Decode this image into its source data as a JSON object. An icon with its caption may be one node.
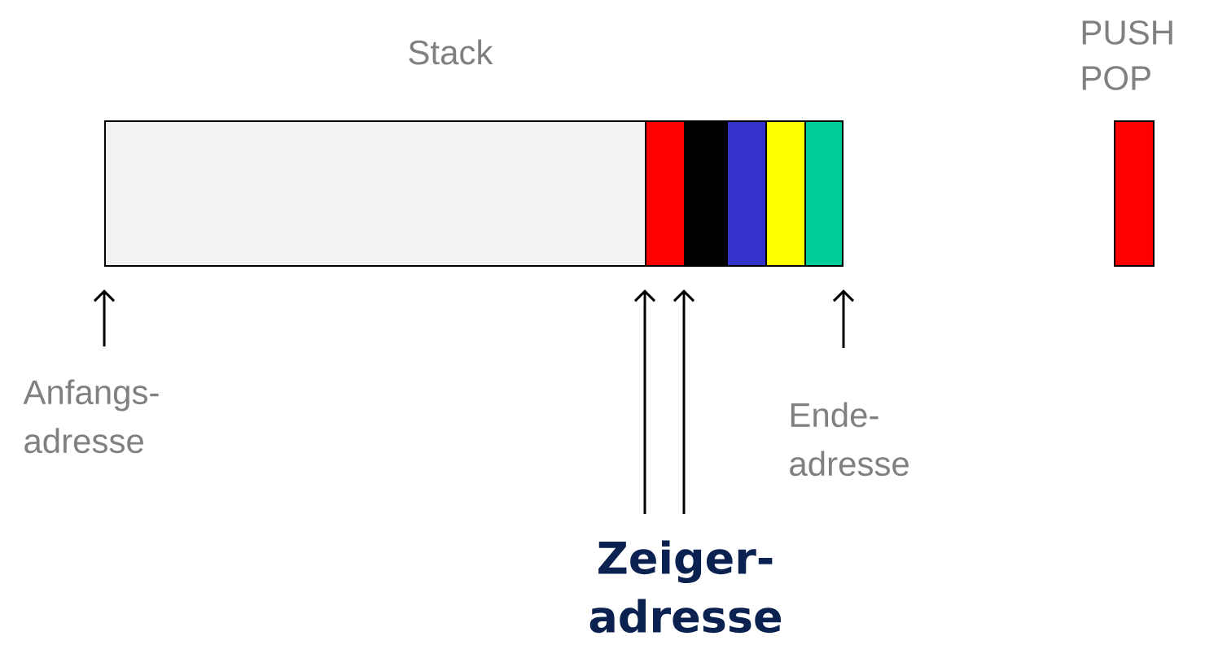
{
  "diagram": {
    "nodes": [
      {
        "text": [],
        "shape": "box"
      },
      {
        "text": [],
        "shape": "box"
      },
      {
        "text": [],
        "shape": "box"
      },
      {
        "text": [],
        "shape": "box"
      },
      {
        "text": [],
        "shape": "box"
      },
      {
        "text": [],
        "shape": "box"
      },
      {
        "text": [],
        "shape": "box"
      },
      {
        "text": [
          "Anfangs- adresse"
        ]
      },
      {
        "text": [
          "Ende- adresse"
        ]
      },
      {
        "text": [
          "Zeiger- adresse"
        ]
      }
    ],
    "edges": [
      {
        "from": 7,
        "to": 0,
        "arrow": "to"
      },
      {
        "from": 8,
        "to": 5,
        "arrow": "to"
      },
      {
        "from": 9,
        "to": 1,
        "arrow": "to"
      },
      {
        "from": 9,
        "to": 2,
        "arrow": "to"
      }
    ],
    "labels": [
      "Stack",
      "PUSH",
      "POP"
    ]
  }
}
